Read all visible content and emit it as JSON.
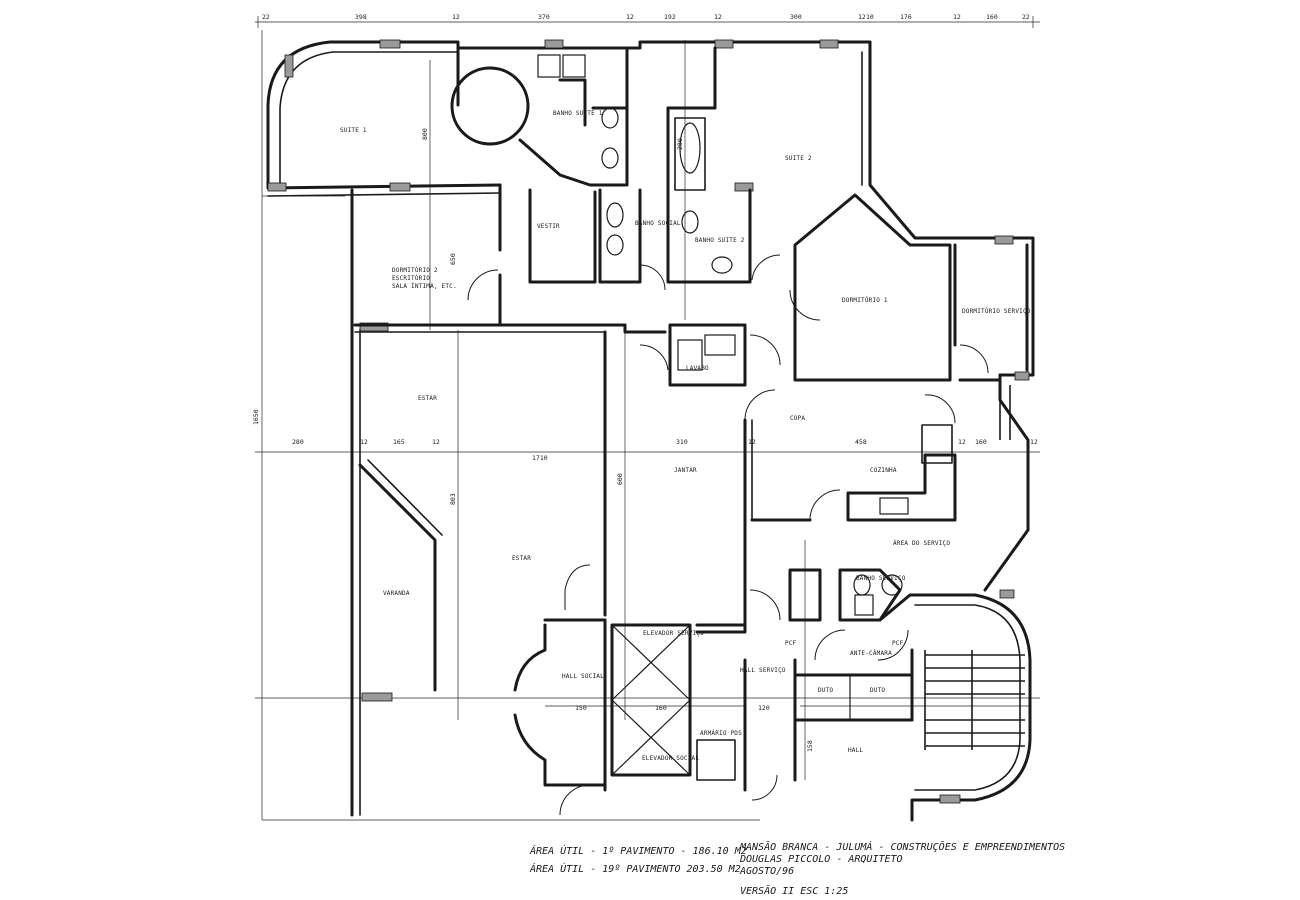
{
  "dimensions_top": [
    "22",
    "398",
    "12",
    "370",
    "12",
    "192",
    "12",
    "300",
    "12",
    "10",
    "176",
    "12",
    "160",
    "22"
  ],
  "dimensions_mid": [
    "280",
    "12",
    "165",
    "12",
    "310",
    "12",
    "458",
    "12",
    "160",
    "12"
  ],
  "dimensions_misc": {
    "d_1710": "1710",
    "d_1650": "1650",
    "d_800": "800",
    "d_650": "650",
    "d_600": "600",
    "d_803": "803",
    "d_280": "280",
    "d_150": "150",
    "d_160a": "160",
    "d_120a": "120",
    "d_158": "158"
  },
  "rooms": {
    "suite1": "SUITE 1",
    "banho_suite1": "BANHO SUITE 1",
    "vestir": "VESTIR",
    "banho_social": "BANHO SOCIAL",
    "banho_suite2": "BANHO SUITE 2",
    "suite2": "SUITE 2",
    "dormitorio2": "DORMITÓRIO 2",
    "dormitorio2_sub": "ESCRITÓRIO",
    "dormitorio2_sub2": "SALA ÍNTIMA, ETC.",
    "dormitorio1": "DORMITÓRIO 1",
    "dormitorio_servico": "DORMITÓRIO SERVIÇO",
    "lavabo": "LAVABO",
    "estar_top": "ESTAR",
    "copa": "COPA",
    "cozinha": "COZINHA",
    "jantar": "JANTAR",
    "estar": "ESTAR",
    "varanda": "VARANDA",
    "area_servico": "ÁREA DO SERVIÇO",
    "banho_servico": "BANHO SERVIÇO",
    "elevador_servico": "ELEVADOR SERVIÇO",
    "hall_social": "HALL SOCIAL",
    "hall_servico": "HALL SERVIÇO",
    "ante_camara": "ANTE-CÂMARA",
    "elevador_social": "ELEVADOR SOCIAL",
    "armario_pds": "ARMÁRIO PDS",
    "duto_a": "DUTO",
    "duto_b": "DUTO",
    "pcf_a": "PCF",
    "pcf_b": "PCF",
    "hall_bottom": "HALL"
  },
  "legend": {
    "area1": "ÁREA ÚTIL - 1º PAVIMENTO - 186.10 M2",
    "area2": "ÁREA ÚTIL - 19º PAVIMENTO   203.50 M2",
    "project": "MANSÃO BRANCA - JULUMÁ - CONSTRUÇÕES E EMPREENDIMENTOS",
    "architect": "DOUGLAS PICCOLO - ARQUITETO",
    "date": "AGOSTO/96",
    "version": "VERSÃO II   ESC 1:25"
  }
}
